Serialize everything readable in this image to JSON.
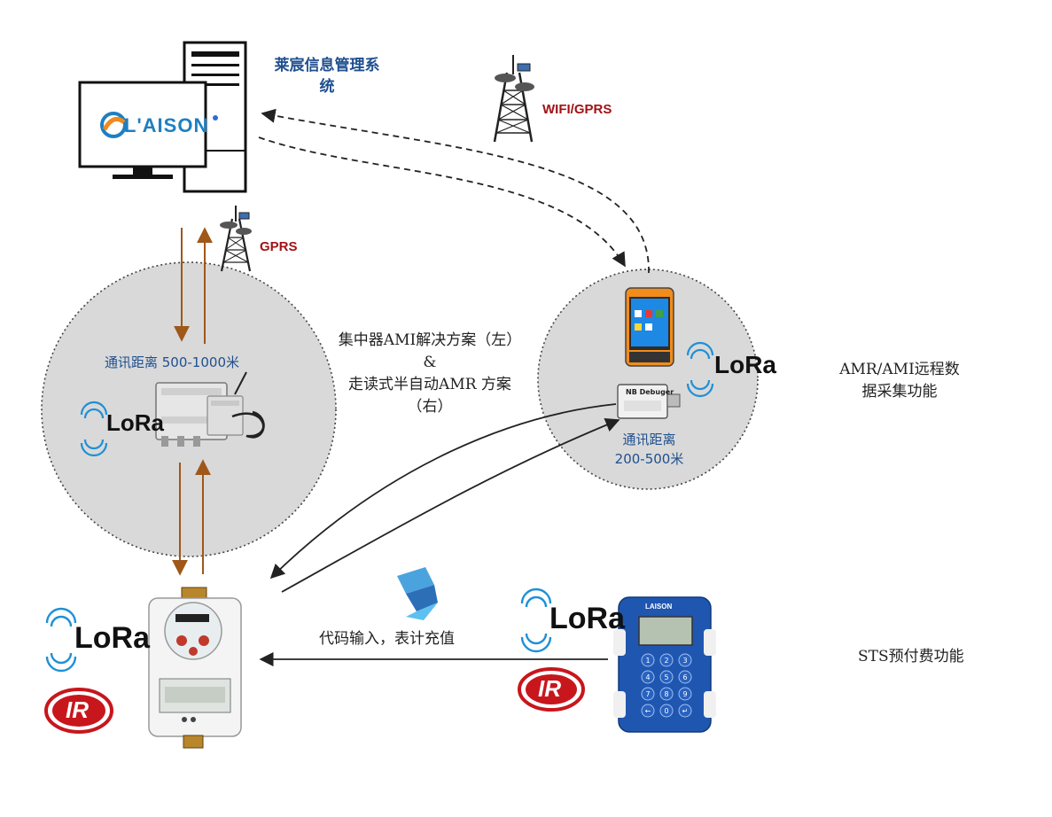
{
  "system": {
    "title_line1": "莱宸信息管理系",
    "title_line2": "统",
    "brand": "L'AISON"
  },
  "network": {
    "wifi_gprs": "WIFI/GPRS",
    "gprs": "GPRS"
  },
  "left_circle": {
    "distance": "通讯距离 500-1000米",
    "lora": "LoRa"
  },
  "right_circle": {
    "distance_line1": "通讯距离",
    "distance_line2": "200-500米",
    "lora": "LoRa",
    "debugger_label": "NB Debuger"
  },
  "center": {
    "line1": "集中器AMI解决方案（左）",
    "line2": "&",
    "line3": "走读式半自动AMR 方案",
    "line4": "（右）"
  },
  "features": {
    "amr_line1": "AMR/AMI远程数",
    "amr_line2": "据采集功能",
    "sts": "STS预付费功能"
  },
  "bottom": {
    "code_input": "代码输入，表计充值",
    "lora_left": "LoRa",
    "lora_right": "LoRa",
    "ir_left": "IR",
    "ir_right": "IR",
    "keypad_brand": "LAISON",
    "keypad_keys": [
      "1",
      "2",
      "3",
      "4",
      "5",
      "6",
      "7",
      "8",
      "9",
      "←",
      "0",
      "↵"
    ]
  },
  "colors": {
    "blue": "#1f4f8f",
    "red": "#a01216",
    "arrow_brown": "#a0571a",
    "circle_fill": "#d9d9d9"
  }
}
